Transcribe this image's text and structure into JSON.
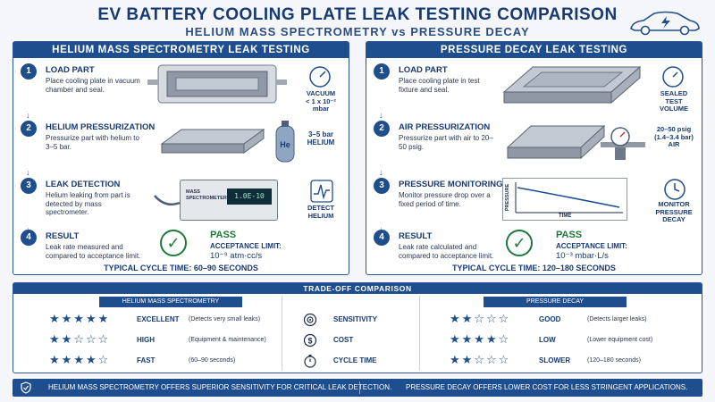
{
  "header": {
    "title": "EV BATTERY COOLING PLATE LEAK TESTING COMPARISON",
    "subtitle": "HELIUM MASS SPECTROMETRY vs PRESSURE DECAY"
  },
  "helium": {
    "title": "HELIUM MASS SPECTROMETRY LEAK TESTING",
    "steps": [
      {
        "num": "1",
        "title": "LOAD PART",
        "desc": "Place cooling plate in vacuum chamber and seal.",
        "side": "VACUUM\n< 1 x 10⁻² mbar"
      },
      {
        "num": "2",
        "title": "HELIUM PRESSURIZATION",
        "desc": "Pressurize part with helium to 3–5 bar.",
        "side": "3–5 bar\nHELIUM",
        "tank": "He"
      },
      {
        "num": "3",
        "title": "LEAK DETECTION",
        "desc": "Helium leaking from part is detected by mass spectrometer.",
        "side": "DETECT\nHELIUM",
        "display": "1.0E-10",
        "device": "MASS SPECTROMETER"
      },
      {
        "num": "4",
        "title": "RESULT",
        "desc": "Leak rate measured and compared to acceptance limit.",
        "pass": "PASS",
        "acc_label": "ACCEPTANCE LIMIT:",
        "acc_value": "10⁻⁹ atm·cc/s"
      }
    ],
    "cycle": "TYPICAL CYCLE TIME: 60–90 SECONDS"
  },
  "pressure": {
    "title": "PRESSURE DECAY LEAK TESTING",
    "steps": [
      {
        "num": "1",
        "title": "LOAD PART",
        "desc": "Place cooling plate in test fixture and seal.",
        "side": "SEALED\nTEST\nVOLUME"
      },
      {
        "num": "2",
        "title": "AIR PRESSURIZATION",
        "desc": "Pressurize part with air to 20–50 psig.",
        "side": "20–50 psig\n(1.4–3.4 bar)\nAIR"
      },
      {
        "num": "3",
        "title": "PRESSURE MONITORING",
        "desc": "Monitor pressure drop over a fixed period of time.",
        "side": "MONITOR\nPRESSURE\nDECAY",
        "chart_x": "TIME",
        "chart_y": "PRESSURE"
      },
      {
        "num": "4",
        "title": "RESULT",
        "desc": "Leak rate calculated and compared to acceptance limit.",
        "pass": "PASS",
        "acc_label": "ACCEPTANCE LIMIT:",
        "acc_value": "10⁻³ mbar·L/s"
      }
    ],
    "cycle": "TYPICAL CYCLE TIME: 120–180 SECONDS"
  },
  "tradeoff": {
    "title": "TRADE-OFF COMPARISON",
    "left_head": "HELIUM MASS SPECTROMETRY",
    "right_head": "PRESSURE DECAY",
    "rows": [
      {
        "metric": "SENSITIVITY",
        "icon": "target-icon",
        "he_stars": 5,
        "he_label": "EXCELLENT",
        "he_note": "(Detects very small leaks)",
        "pd_stars": 2,
        "pd_label": "GOOD",
        "pd_note": "(Detects larger leaks)"
      },
      {
        "metric": "COST",
        "icon": "dollar-icon",
        "he_stars": 2,
        "he_label": "HIGH",
        "he_note": "(Equipment & maintenance)",
        "pd_stars": 4,
        "pd_label": "LOW",
        "pd_note": "(Lower equipment cost)"
      },
      {
        "metric": "CYCLE TIME",
        "icon": "stopwatch-icon",
        "he_stars": 4,
        "he_label": "FAST",
        "he_note": "(60–90 seconds)",
        "pd_stars": 2,
        "pd_label": "SLOWER",
        "pd_note": "(120–180 seconds)"
      }
    ]
  },
  "bottom": {
    "left": "HELIUM MASS SPECTROMETRY OFFERS SUPERIOR SENSITIVITY FOR CRITICAL LEAK DETECTION.",
    "right": "PRESSURE DECAY OFFERS LOWER COST FOR LESS STRINGENT APPLICATIONS."
  }
}
